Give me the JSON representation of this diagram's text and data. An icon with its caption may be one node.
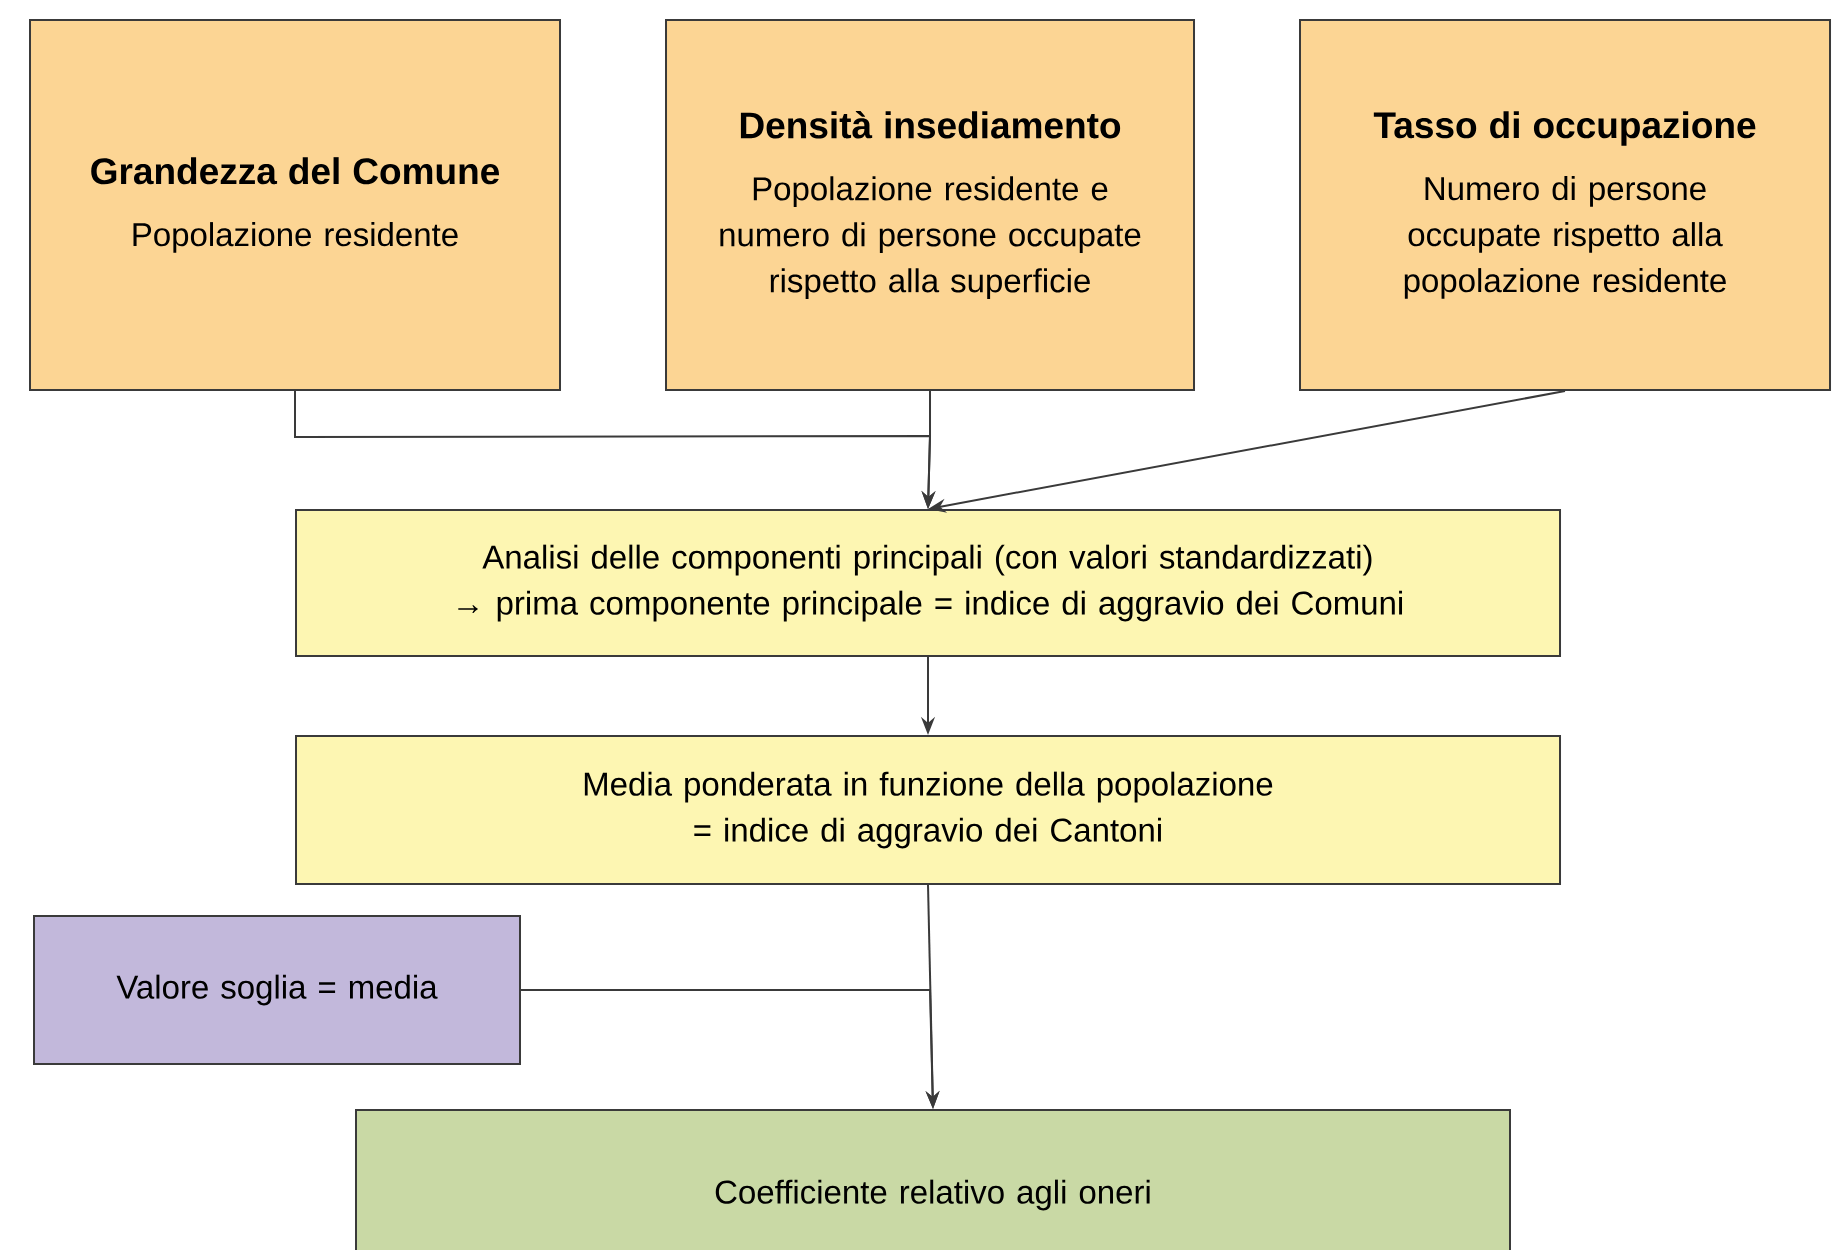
{
  "diagram": {
    "nodes": [
      {
        "text": [
          "Grandezza del Comune",
          "Popolazione residente"
        ]
      },
      {
        "text": [
          "Densità insediamento",
          "Popolazione residente e numero di persone occupate rispetto alla superficie"
        ]
      },
      {
        "text": [
          "Tasso di occupazione",
          "Numero di persone occupate rispetto alla popolazione residente"
        ]
      },
      {
        "text": [
          "Analisi delle componenti principali (con valori standardizzati)",
          "→ prima componente principale = indice di aggravio dei Comuni"
        ]
      },
      {
        "text": [
          "Media ponderata in funzione della popolazione",
          "= indice di aggravio dei Cantoni"
        ]
      },
      {
        "text": [
          "Valore soglia = media"
        ]
      },
      {
        "text": [
          "Coefficiente relativo agli oneri"
        ]
      }
    ],
    "edges": [
      {
        "from": 0,
        "to": 3,
        "arrow": "to"
      },
      {
        "from": 1,
        "to": 3,
        "arrow": "to"
      },
      {
        "from": 2,
        "to": 3,
        "arrow": "to"
      },
      {
        "from": 3,
        "to": 4,
        "arrow": "to"
      },
      {
        "from": 4,
        "to": 6,
        "arrow": "to"
      },
      {
        "from": 5,
        "to": 6,
        "arrow": "to"
      }
    ]
  }
}
